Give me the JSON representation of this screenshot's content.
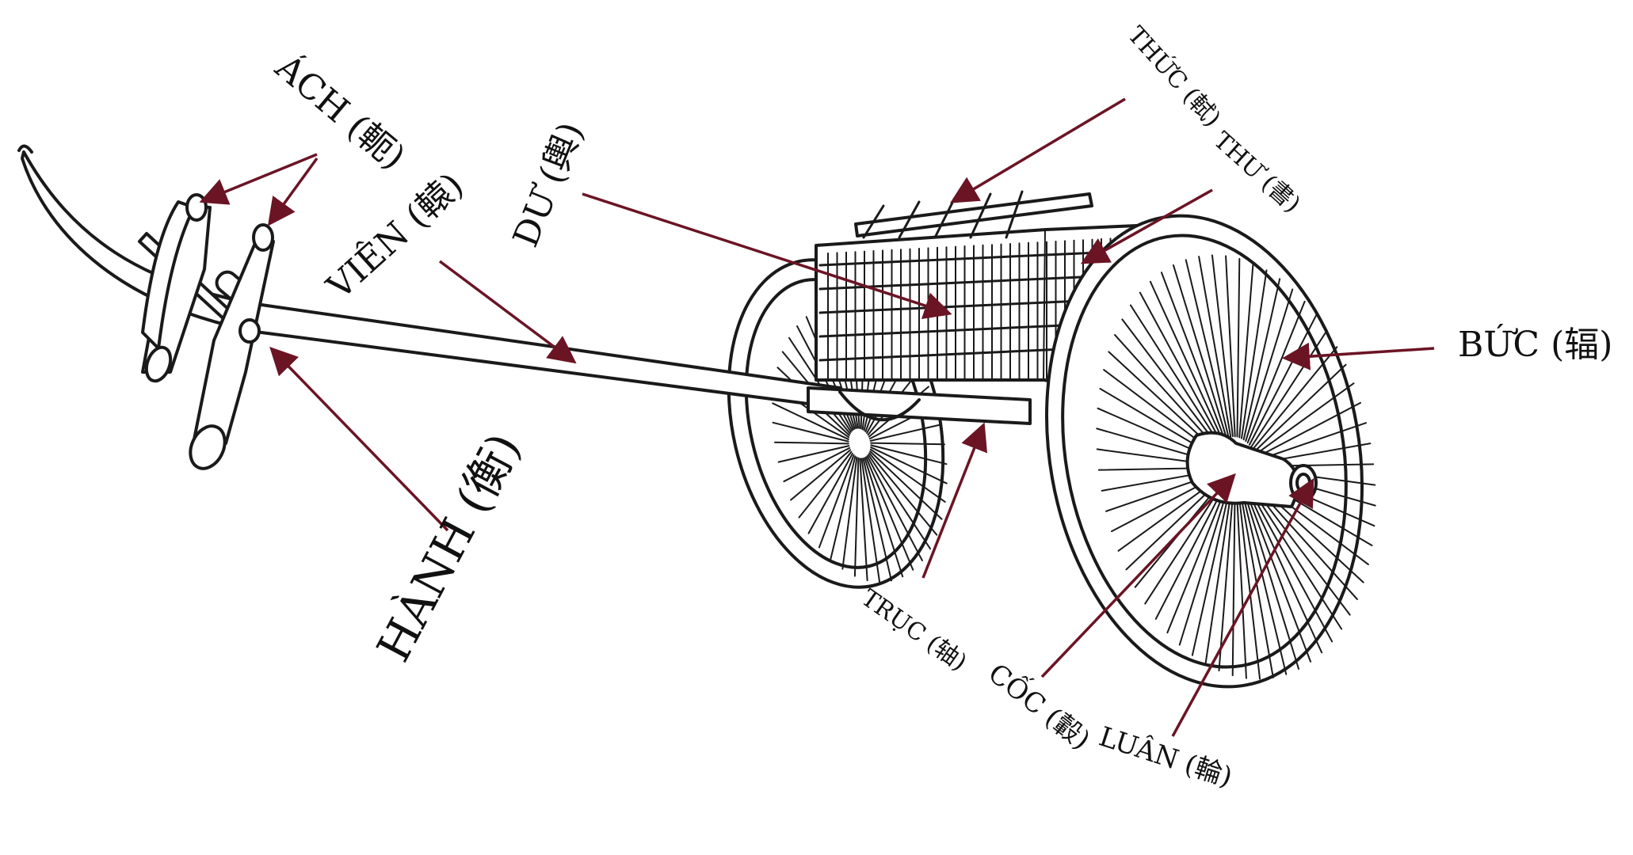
{
  "labels": {
    "ach": "ÁCH (軛)",
    "vien": "VIÊN (轅)",
    "du": "DƯ (輿)",
    "thuc": "THỨC (軾)",
    "thu": "THƯ (書)",
    "buc": "BỨC (辐)",
    "hanh": "HÀNH (衡)",
    "truc": "TRỤC (轴)",
    "coc": "CỐC (轂)",
    "luan": "LUÂN (輪)"
  },
  "colors": {
    "line": "#1a1a1a",
    "arrow": "#6b1424",
    "text": "#111111",
    "background": "#ffffff"
  }
}
